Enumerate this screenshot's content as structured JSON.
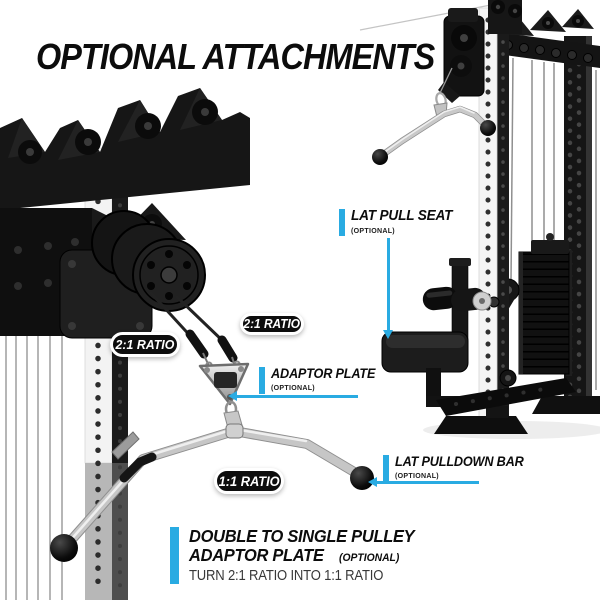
{
  "title": "OPTIONAL ATTACHMENTS",
  "colors": {
    "accent": "#29abe2",
    "badge_bg": "#0d0d0d",
    "badge_border": "#ffffff",
    "badge_text": "#ffffff",
    "heading_text": "#0c0c0c",
    "subtext": "#383838"
  },
  "badges": {
    "ratio_21_left": "2:1 RATIO",
    "ratio_21_right": "2:1 RATIO",
    "ratio_11": "1:1 RATIO"
  },
  "callouts": {
    "lat_pull_seat": {
      "title": "LAT PULL SEAT",
      "subtitle": "(OPTIONAL)"
    },
    "adaptor_plate": {
      "title": "ADAPTOR PLATE",
      "subtitle": "(OPTIONAL)"
    },
    "lat_pulldown_bar": {
      "title": "LAT PULLDOWN BAR",
      "subtitle": "(OPTIONAL)"
    }
  },
  "footnote": {
    "line1": "DOUBLE TO SINGLE PULLEY",
    "line2": "ADAPTOR PLATE",
    "line2_note": "(OPTIONAL)",
    "line3": "TURN 2:1 RATIO INTO 1:1 RATIO"
  },
  "illustrations": {
    "left_machine": "close-up-double-pulley-trolley-with-lat-bar",
    "right_machine": "rack-lat-pulldown-tower-with-seat-and-weight-stack"
  }
}
